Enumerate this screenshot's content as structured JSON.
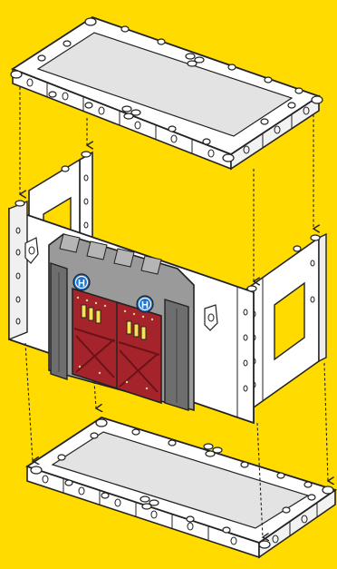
{
  "diagram": {
    "background_color": "#FFDB00",
    "plate_color": "#E3E3E3",
    "wall_color": "#FFFFFF",
    "outline_color": "#222222",
    "parts": [
      {
        "id": "top-plate",
        "kind": "base-plate"
      },
      {
        "id": "back-wall",
        "kind": "wall-panel-with-window"
      },
      {
        "id": "front-wall",
        "kind": "wall-panel-with-door"
      },
      {
        "id": "side-wall",
        "kind": "wall-panel-with-window"
      },
      {
        "id": "bottom-plate",
        "kind": "base-plate"
      }
    ],
    "door": {
      "door_color": "#A5242C",
      "frame_color": "#9A9A9A",
      "pillar_color": "#6E6E6E",
      "window_color": "#FFE24A",
      "badges": [
        {
          "text": "H",
          "color": "#1E74D2"
        },
        {
          "text": "H",
          "color": "#1E74D2"
        }
      ]
    },
    "assembly_arrows": {
      "style": "dashed",
      "count": 8
    }
  }
}
